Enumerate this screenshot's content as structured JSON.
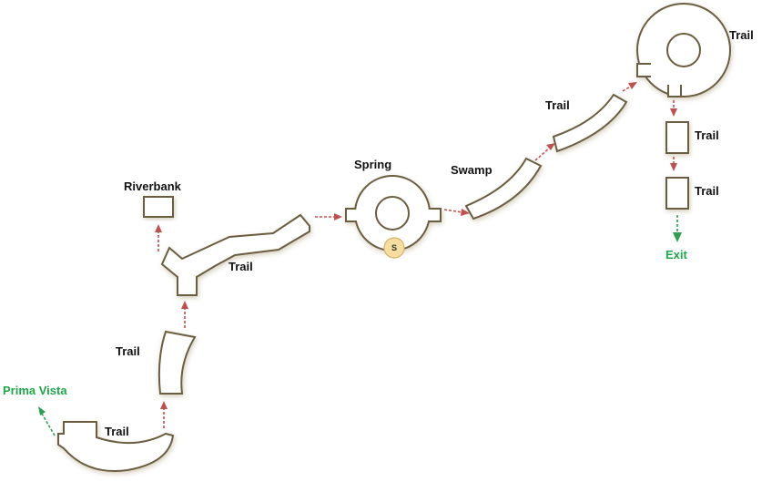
{
  "labels": {
    "prima_vista": "Prima Vista",
    "trail_bottom": "Trail",
    "trail_lower": "Trail",
    "riverbank": "Riverbank",
    "trail_middle": "Trail",
    "spring": "Spring",
    "swamp": "Swamp",
    "trail_upper": "Trail",
    "trail_top": "Trail",
    "trail_right_1": "Trail",
    "trail_right_2": "Trail",
    "exit": "Exit"
  },
  "markers": {
    "save_point": "S"
  },
  "colors": {
    "room_outline": "#6b5d3f",
    "route_arrow": "#c0504d",
    "exit_arrow": "#2e9e4f",
    "exit_label": "#1fa64a",
    "save_point_fill": "#f6dda0"
  }
}
